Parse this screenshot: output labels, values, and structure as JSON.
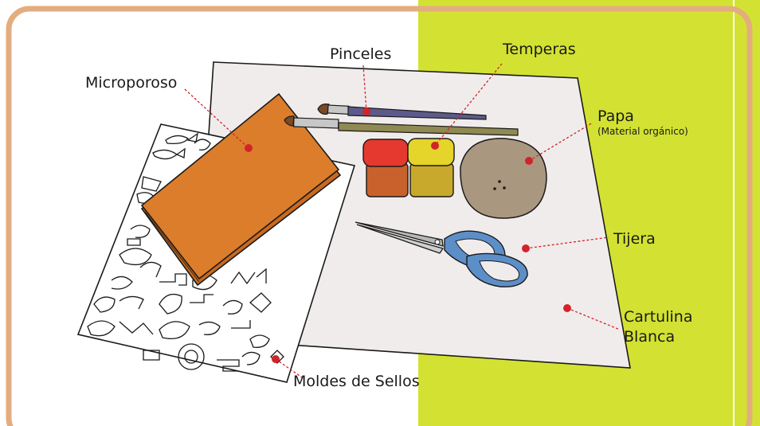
{
  "labels": {
    "microporoso": "Microporoso",
    "pinceles": "Pinceles",
    "temperas": "Temperas",
    "papa": "Papa",
    "papa_note": "(Material orgánico)",
    "tijera": "Tijera",
    "cartulina_line1": "Cartulina",
    "cartulina_line2": "Blanca",
    "moldes": "Moldes de Sellos"
  },
  "colors": {
    "panel_border": "#e3ad7f",
    "green_background": "#d3e232",
    "leader_line": "#d2232a",
    "foam_orange": "#dc7d2b",
    "paint_red": "#e5392f",
    "paint_yellow": "#e5d42a",
    "potato": "#a99780",
    "scissor_handle": "#5c8fc8",
    "card_paper": "#f1ecec"
  }
}
